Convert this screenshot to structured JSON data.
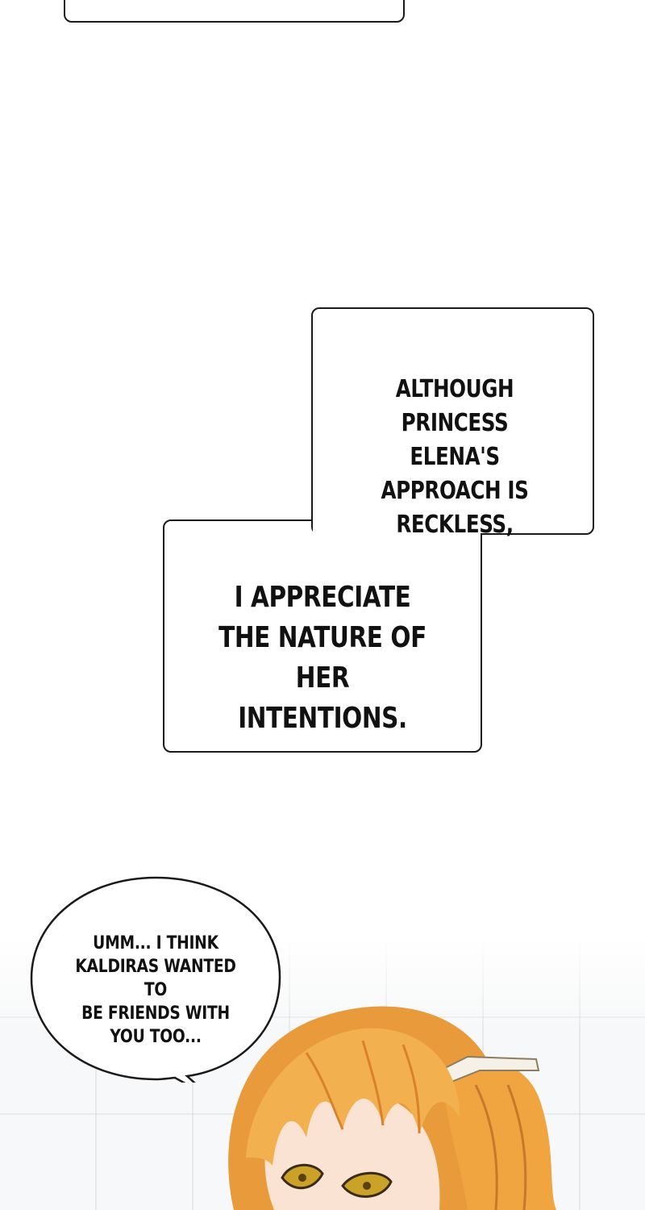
{
  "panels": {
    "caption_a": {
      "lines": [
        "ALTHOUGH PRINCESS",
        "ELENA'S APPROACH IS",
        "RECKLESS,"
      ]
    },
    "caption_b": {
      "lines": [
        "I APPRECIATE",
        "THE NATURE OF HER",
        "INTENTIONS."
      ]
    },
    "speech_bubble": {
      "lines": [
        "UMM... I THINK",
        "KALDIRAS WANTED TO",
        "BE FRIENDS WITH",
        "YOU TOO..."
      ]
    }
  },
  "colors": {
    "background": "#ffffff",
    "border": "#1a1a1a",
    "text": "#111111",
    "hair": "#f0a540",
    "hair_shadow": "#d9822b",
    "skin": "#fbe3d3",
    "eye": "#c9a227"
  }
}
